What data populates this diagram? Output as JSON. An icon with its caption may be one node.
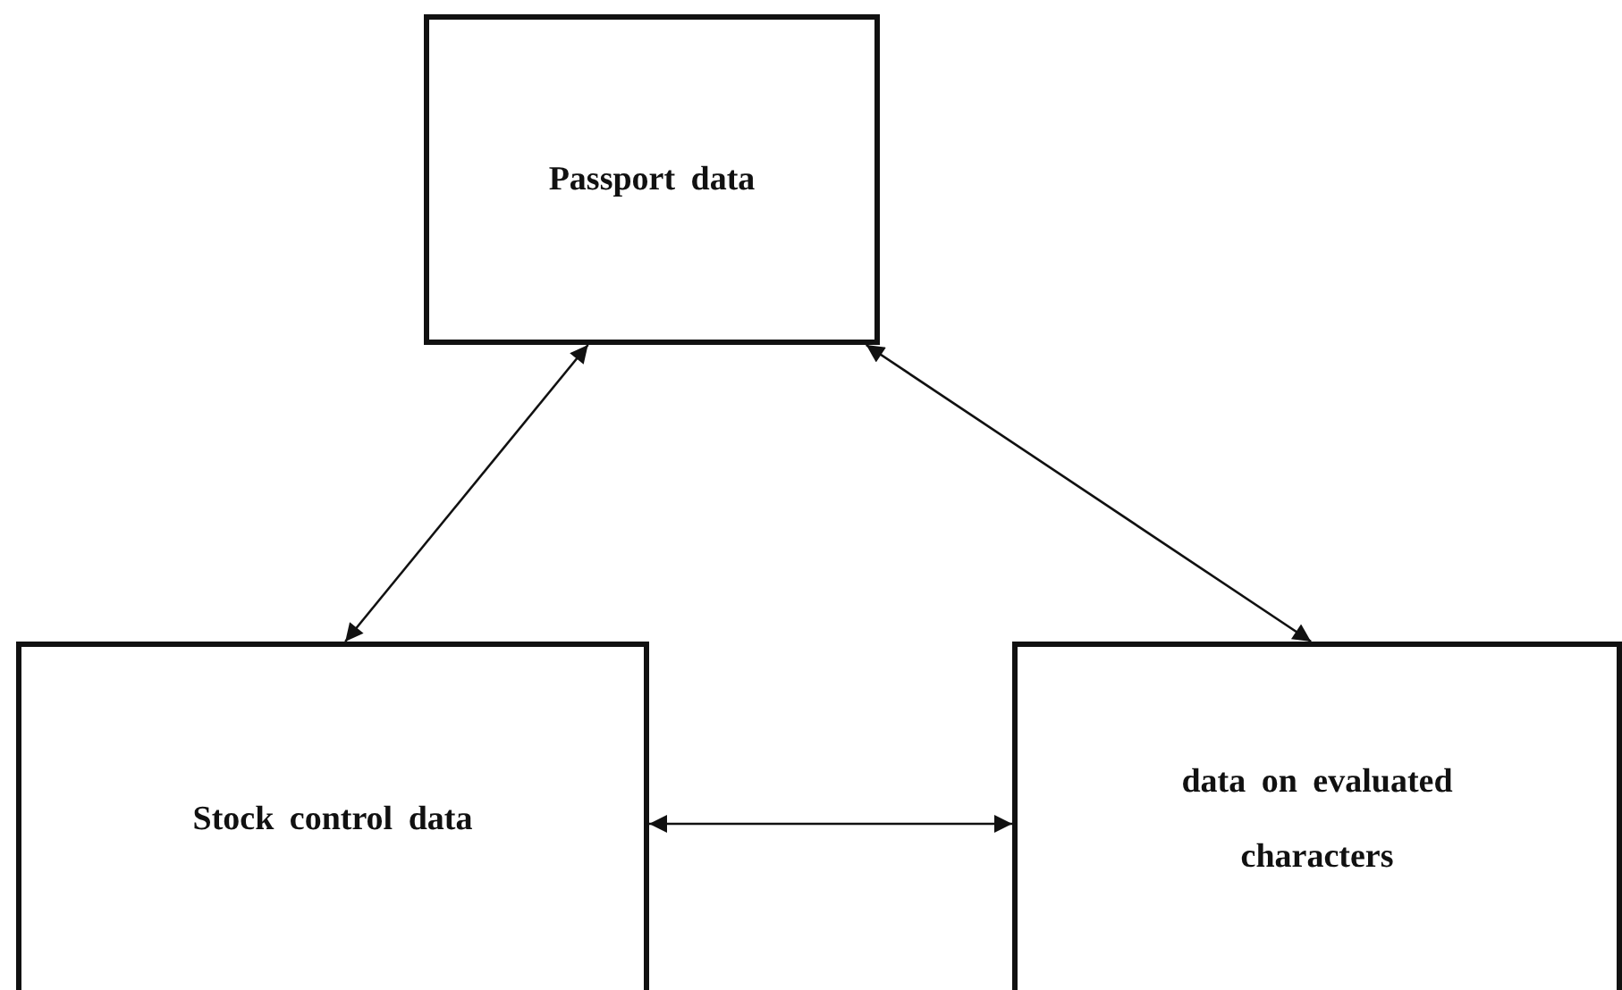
{
  "diagram": {
    "nodes": [
      {
        "text": [
          "Passport data"
        ]
      },
      {
        "text": [
          "Stock control data"
        ]
      },
      {
        "text": [
          "data on evaluated characters"
        ]
      }
    ],
    "edges": [
      {
        "from": 0,
        "to": 1,
        "arrow": "both"
      },
      {
        "from": 0,
        "to": 2,
        "arrow": "both"
      },
      {
        "from": 1,
        "to": 2,
        "arrow": "both"
      }
    ]
  }
}
